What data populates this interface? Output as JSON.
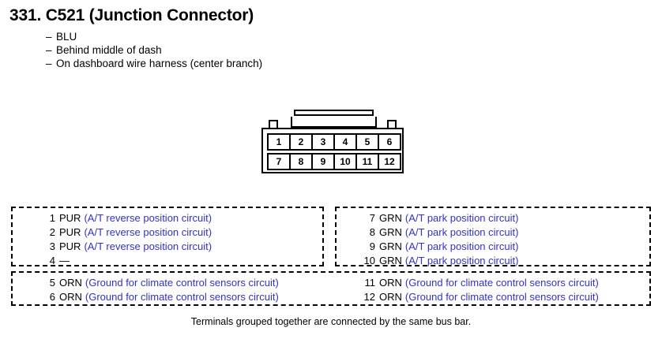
{
  "title": "331. C521 (Junction Connector)",
  "bullets": [
    "BLU",
    "Behind middle of dash",
    "On dashboard wire harness (center branch)"
  ],
  "connector": {
    "rows": [
      [
        "1",
        "2",
        "3",
        "4",
        "5",
        "6"
      ],
      [
        "7",
        "8",
        "9",
        "10",
        "11",
        "12"
      ]
    ]
  },
  "colors": {
    "circuit_text": "#3333bb",
    "line": "#000000",
    "background": "#ffffff"
  },
  "groups": [
    {
      "id": "group-1",
      "pins": [
        {
          "num": "1",
          "wire": "PUR",
          "desc": "(A/T reverse position circuit)"
        },
        {
          "num": "2",
          "wire": "PUR",
          "desc": "(A/T reverse position circuit)"
        },
        {
          "num": "3",
          "wire": "PUR",
          "desc": "(A/T reverse position circuit)"
        },
        {
          "num": "4",
          "wire": "—",
          "desc": ""
        }
      ]
    },
    {
      "id": "group-2",
      "pins": [
        {
          "num": "7",
          "wire": "GRN",
          "desc": "(A/T park position circuit)"
        },
        {
          "num": "8",
          "wire": "GRN",
          "desc": "(A/T park position circuit)"
        },
        {
          "num": "9",
          "wire": "GRN",
          "desc": "(A/T park position circuit)"
        },
        {
          "num": "10",
          "wire": "GRN",
          "desc": "(A/T park position circuit)"
        }
      ]
    },
    {
      "id": "group-3-left",
      "pins": [
        {
          "num": "5",
          "wire": "ORN",
          "desc": "(Ground for climate control sensors circuit)"
        },
        {
          "num": "6",
          "wire": "ORN",
          "desc": "(Ground for climate control sensors circuit)"
        }
      ]
    },
    {
      "id": "group-3-right",
      "pins": [
        {
          "num": "11",
          "wire": "ORN",
          "desc": "(Ground for climate control sensors circuit)"
        },
        {
          "num": "12",
          "wire": "ORN",
          "desc": "(Ground for climate control sensors circuit)"
        }
      ]
    }
  ],
  "footer": "Terminals grouped together are connected by the same bus bar."
}
